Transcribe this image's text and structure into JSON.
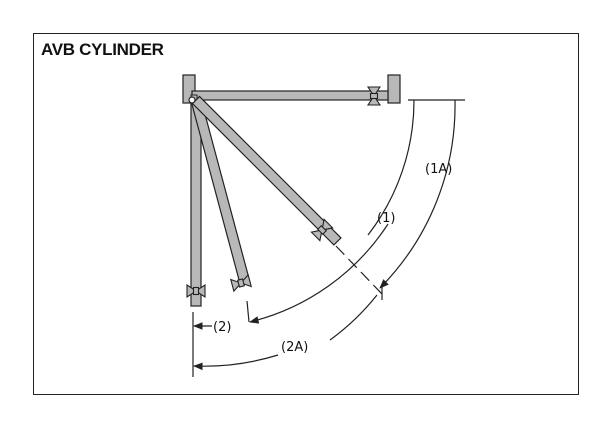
{
  "title": "AVB CYLINDER",
  "labels": {
    "arc_1": "(1)",
    "arc_1a": "(1A)",
    "arc_2": "(2)",
    "arc_2a": "(2A)"
  },
  "colors": {
    "arm_fill": "#b8b8b8",
    "stroke": "#222222",
    "background": "#ffffff"
  }
}
